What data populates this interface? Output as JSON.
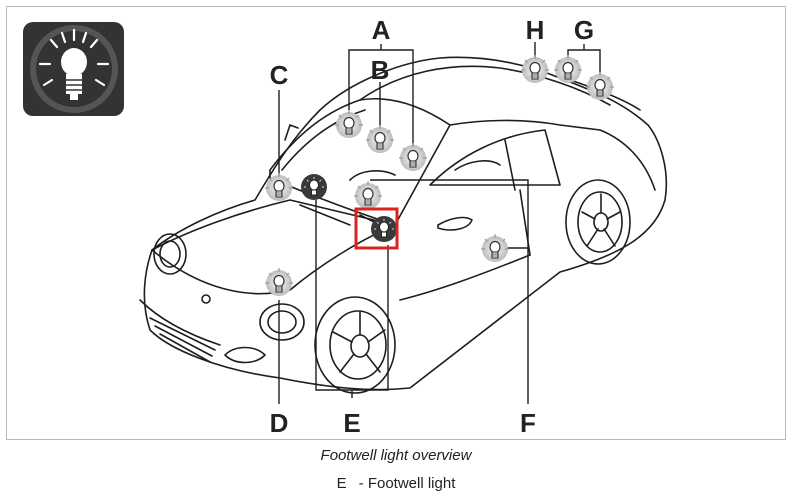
{
  "diagram": {
    "labels": {
      "A": "A",
      "B": "B",
      "C": "C",
      "D": "D",
      "E": "E",
      "F": "F",
      "G": "G",
      "H": "H"
    },
    "icon": "light-bulb-icon",
    "highlight_color": "#d9231f"
  },
  "caption": "Footwell light overview",
  "legend": {
    "key": "E",
    "text": "- Footwell light"
  }
}
